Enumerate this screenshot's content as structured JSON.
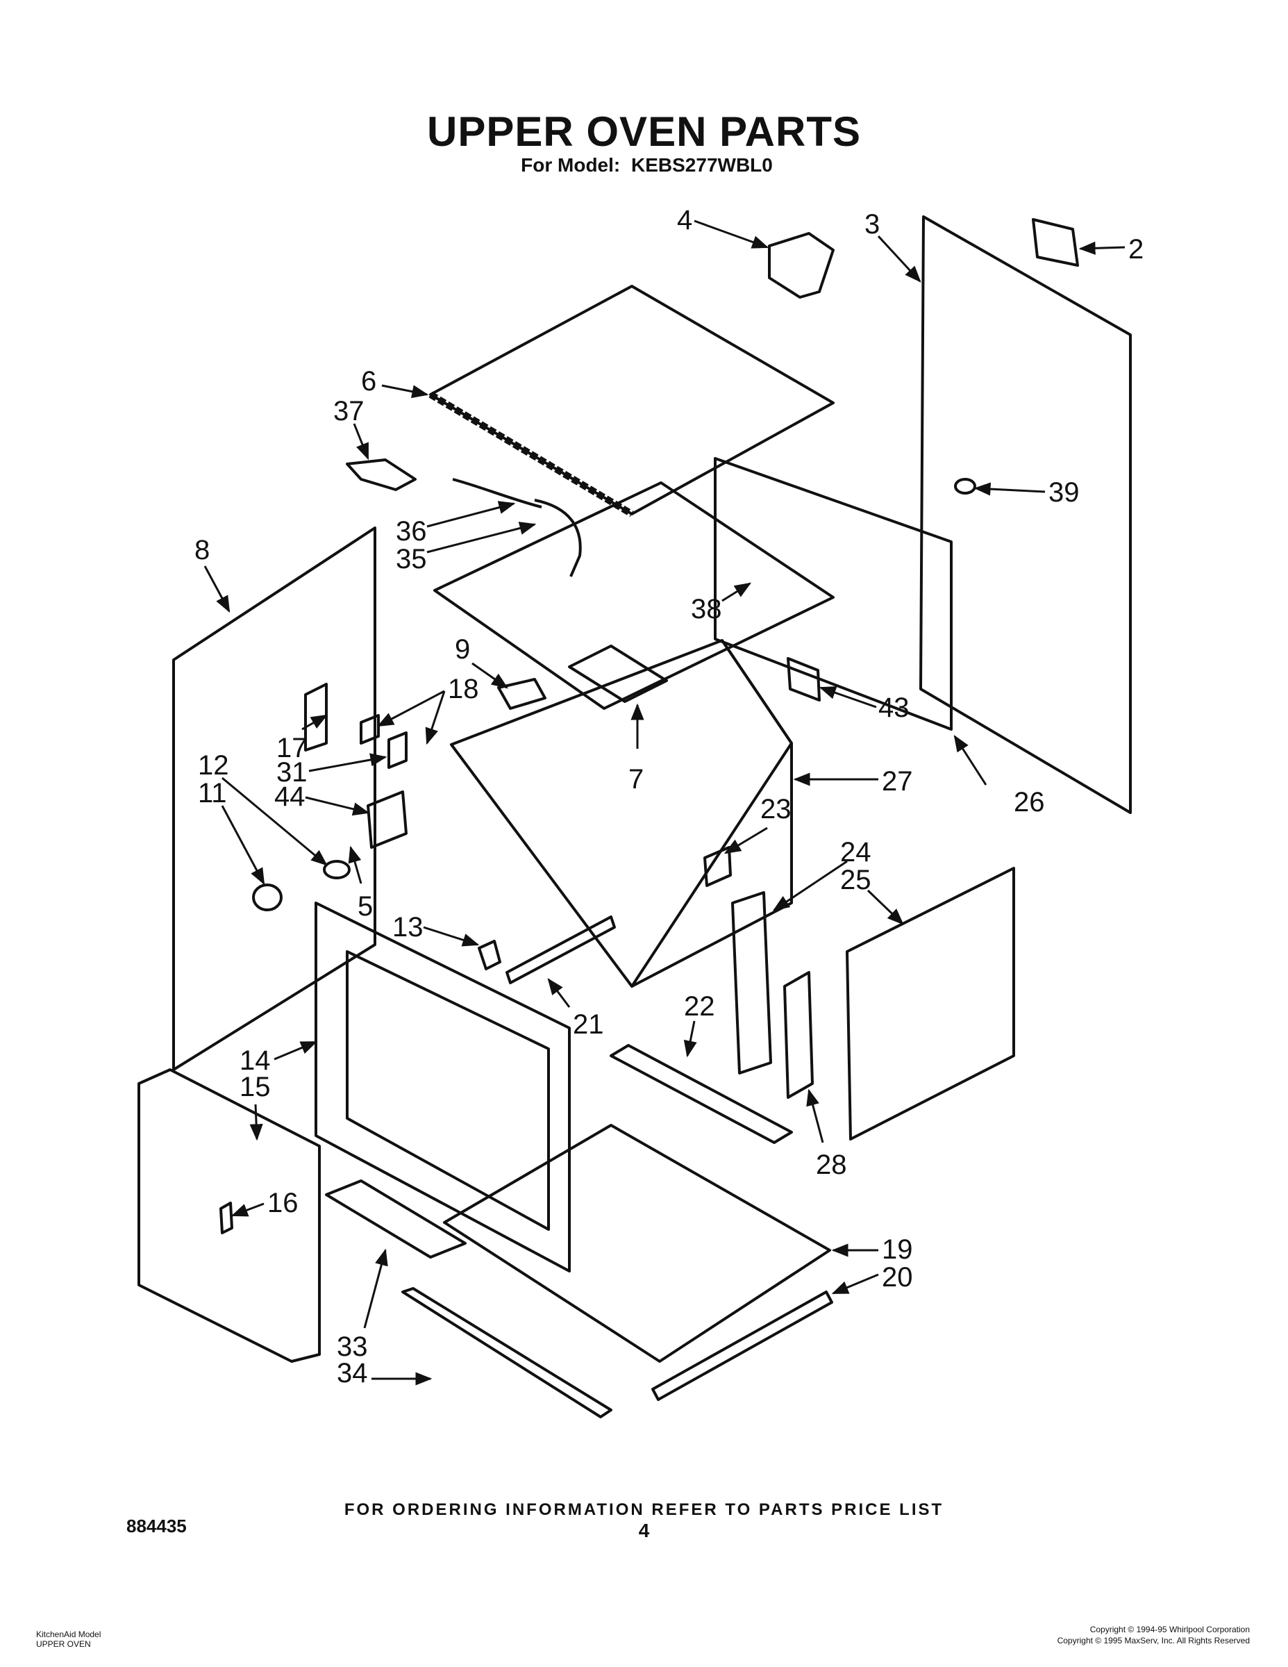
{
  "header": {
    "title": "UPPER OVEN PARTS",
    "model_label": "For Model:",
    "model_number": "KEBS277WBL0"
  },
  "callouts": {
    "c2": "2",
    "c3": "3",
    "c4": "4",
    "c5": "5",
    "c6": "6",
    "c7": "7",
    "c8": "8",
    "c9": "9",
    "c11": "11",
    "c12": "12",
    "c13": "13",
    "c14": "14",
    "c15": "15",
    "c16": "16",
    "c17": "17",
    "c18": "18",
    "c19": "19",
    "c20": "20",
    "c21": "21",
    "c22": "22",
    "c23": "23",
    "c24": "24",
    "c25": "25",
    "c26": "26",
    "c27": "27",
    "c28": "28",
    "c31": "31",
    "c33": "33",
    "c34": "34",
    "c35": "35",
    "c36": "36",
    "c37": "37",
    "c38": "38",
    "c39": "39",
    "c43": "43",
    "c44": "44"
  },
  "footer": {
    "ordering_note": "FOR ORDERING INFORMATION REFER TO PARTS PRICE LIST",
    "doc_number": "884435",
    "page_number": "4",
    "left_line1": "KitchenAid Model",
    "left_line2": "UPPER OVEN",
    "right_line1": "Copyright © 1994-95 Whirlpool Corporation",
    "right_line2": "Copyright © 1995 MaxServ, Inc. All Rights Reserved"
  }
}
